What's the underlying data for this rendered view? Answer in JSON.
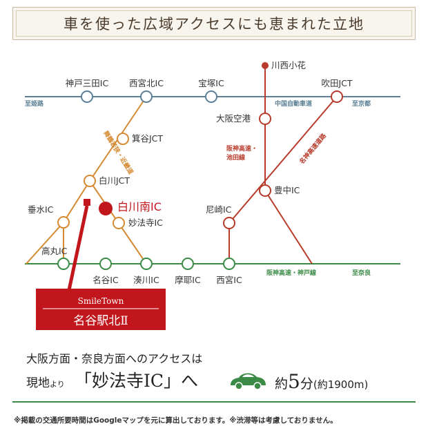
{
  "header": {
    "title": "車を使った広域アクセスにも恵まれた立地"
  },
  "lines": {
    "top_left_end": "至姫路",
    "top_right_end": "至京都",
    "top_line": "中国自動車道",
    "bottom_right_end": "至奈良",
    "bottom_line": "阪神高速・神戸線",
    "orange_line": "舞鶴若狭・近畿道",
    "ikeda_line_1": "阪神高速・",
    "ikeda_line_2": "池田線",
    "meishin_line": "名神高速道路"
  },
  "stations": {
    "kobe_sanda": "神戸三田IC",
    "nishinomiya_kita": "西宮北IC",
    "takarazuka": "宝塚IC",
    "kawanishi_obana": "川西小花",
    "suita_jct": "吹田JCT",
    "osaka_airport": "大阪空港",
    "minodani_jct": "箕谷JCT",
    "shirakawa_jct": "白川JCT",
    "shirakawa_minami": "白川南IC",
    "myohoji": "妙法寺IC",
    "tarumi": "垂水IC",
    "takamaru": "高丸IC",
    "myodani": "名谷IC",
    "sumagawa": "湊川IC",
    "maya": "摩耶IC",
    "nishinomiya": "西宮IC",
    "amagasaki": "尼崎IC",
    "toyonaka": "豊中IC"
  },
  "property": {
    "subtitle": "SmileTown",
    "name": "名谷駅北Ⅱ"
  },
  "access": {
    "heading": "大阪方面・奈良方面へのアクセスは",
    "prefix": "現地",
    "prefix_small": "より",
    "ic_text": "「妙法寺IC」へ",
    "time_prefix": "約",
    "time_num": "5",
    "time_unit": "分",
    "distance": "(約1900m)"
  },
  "note": "※掲載の交通所要時間はGoogleマップを元に算出しております。※渋滞等は考慮しておりません。",
  "colors": {
    "blue": "#5b7f95",
    "orange": "#d58a32",
    "green": "#3b8a45",
    "red": "#b83a2a",
    "property": "#c0161c"
  }
}
